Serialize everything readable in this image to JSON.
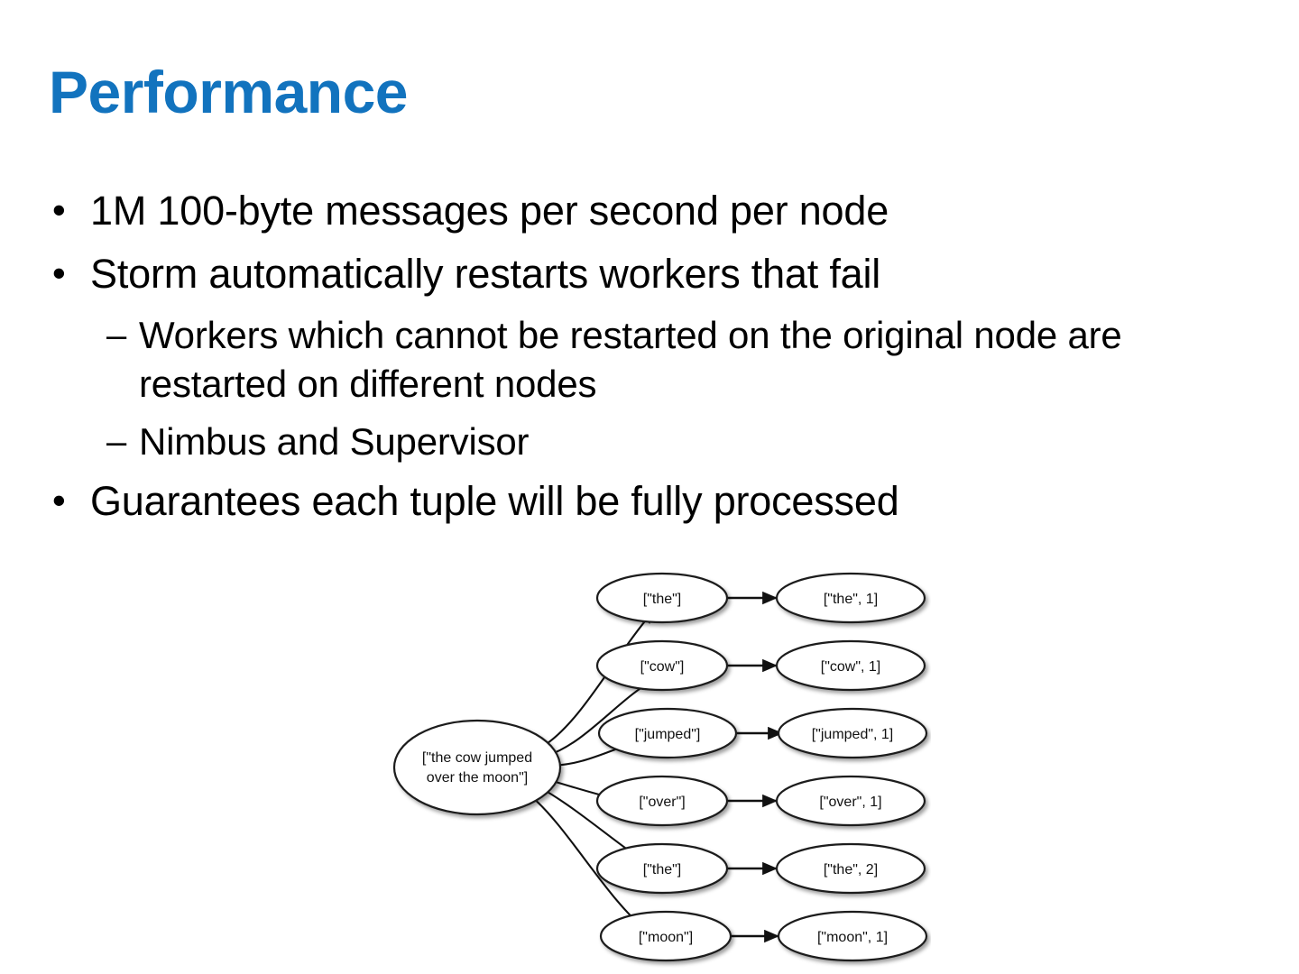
{
  "slide": {
    "title": "Performance",
    "title_color": "#1273be",
    "background_color": "#ffffff"
  },
  "bullets": [
    {
      "level": 1,
      "marker": "•",
      "text": "1M 100-byte messages per second per node"
    },
    {
      "level": 1,
      "marker": "•",
      "text": "Storm automatically restarts workers that fail"
    },
    {
      "level": 2,
      "marker": "–",
      "text": "Workers which cannot be restarted on the original node are restarted on different nodes"
    },
    {
      "level": 2,
      "marker": "–",
      "text": "Nimbus and Supervisor"
    },
    {
      "level": 1,
      "marker": "•",
      "text": "Guarantees each tuple will be fully processed"
    }
  ],
  "figure": {
    "caption": "",
    "source_node": "[\"the cow jumped\nover the moon\"]",
    "source_line_1": "[\"the cow jumped",
    "source_line_2": "over the moon\"]",
    "middle_nodes": [
      "[\"the\"]",
      "[\"cow\"]",
      "[\"jumped\"]",
      "[\"over\"]",
      "[\"the\"]",
      "[\"moon\"]"
    ],
    "right_nodes": [
      "[\"the\", 1]",
      "[\"cow\", 1]",
      "[\"jumped\", 1]",
      "[\"over\", 1]",
      "[\"the\", 2]",
      "[\"moon\", 1]"
    ],
    "node_fill": "#ffffff",
    "node_stroke": "#1a1a1a",
    "edge_color": "#111111"
  }
}
